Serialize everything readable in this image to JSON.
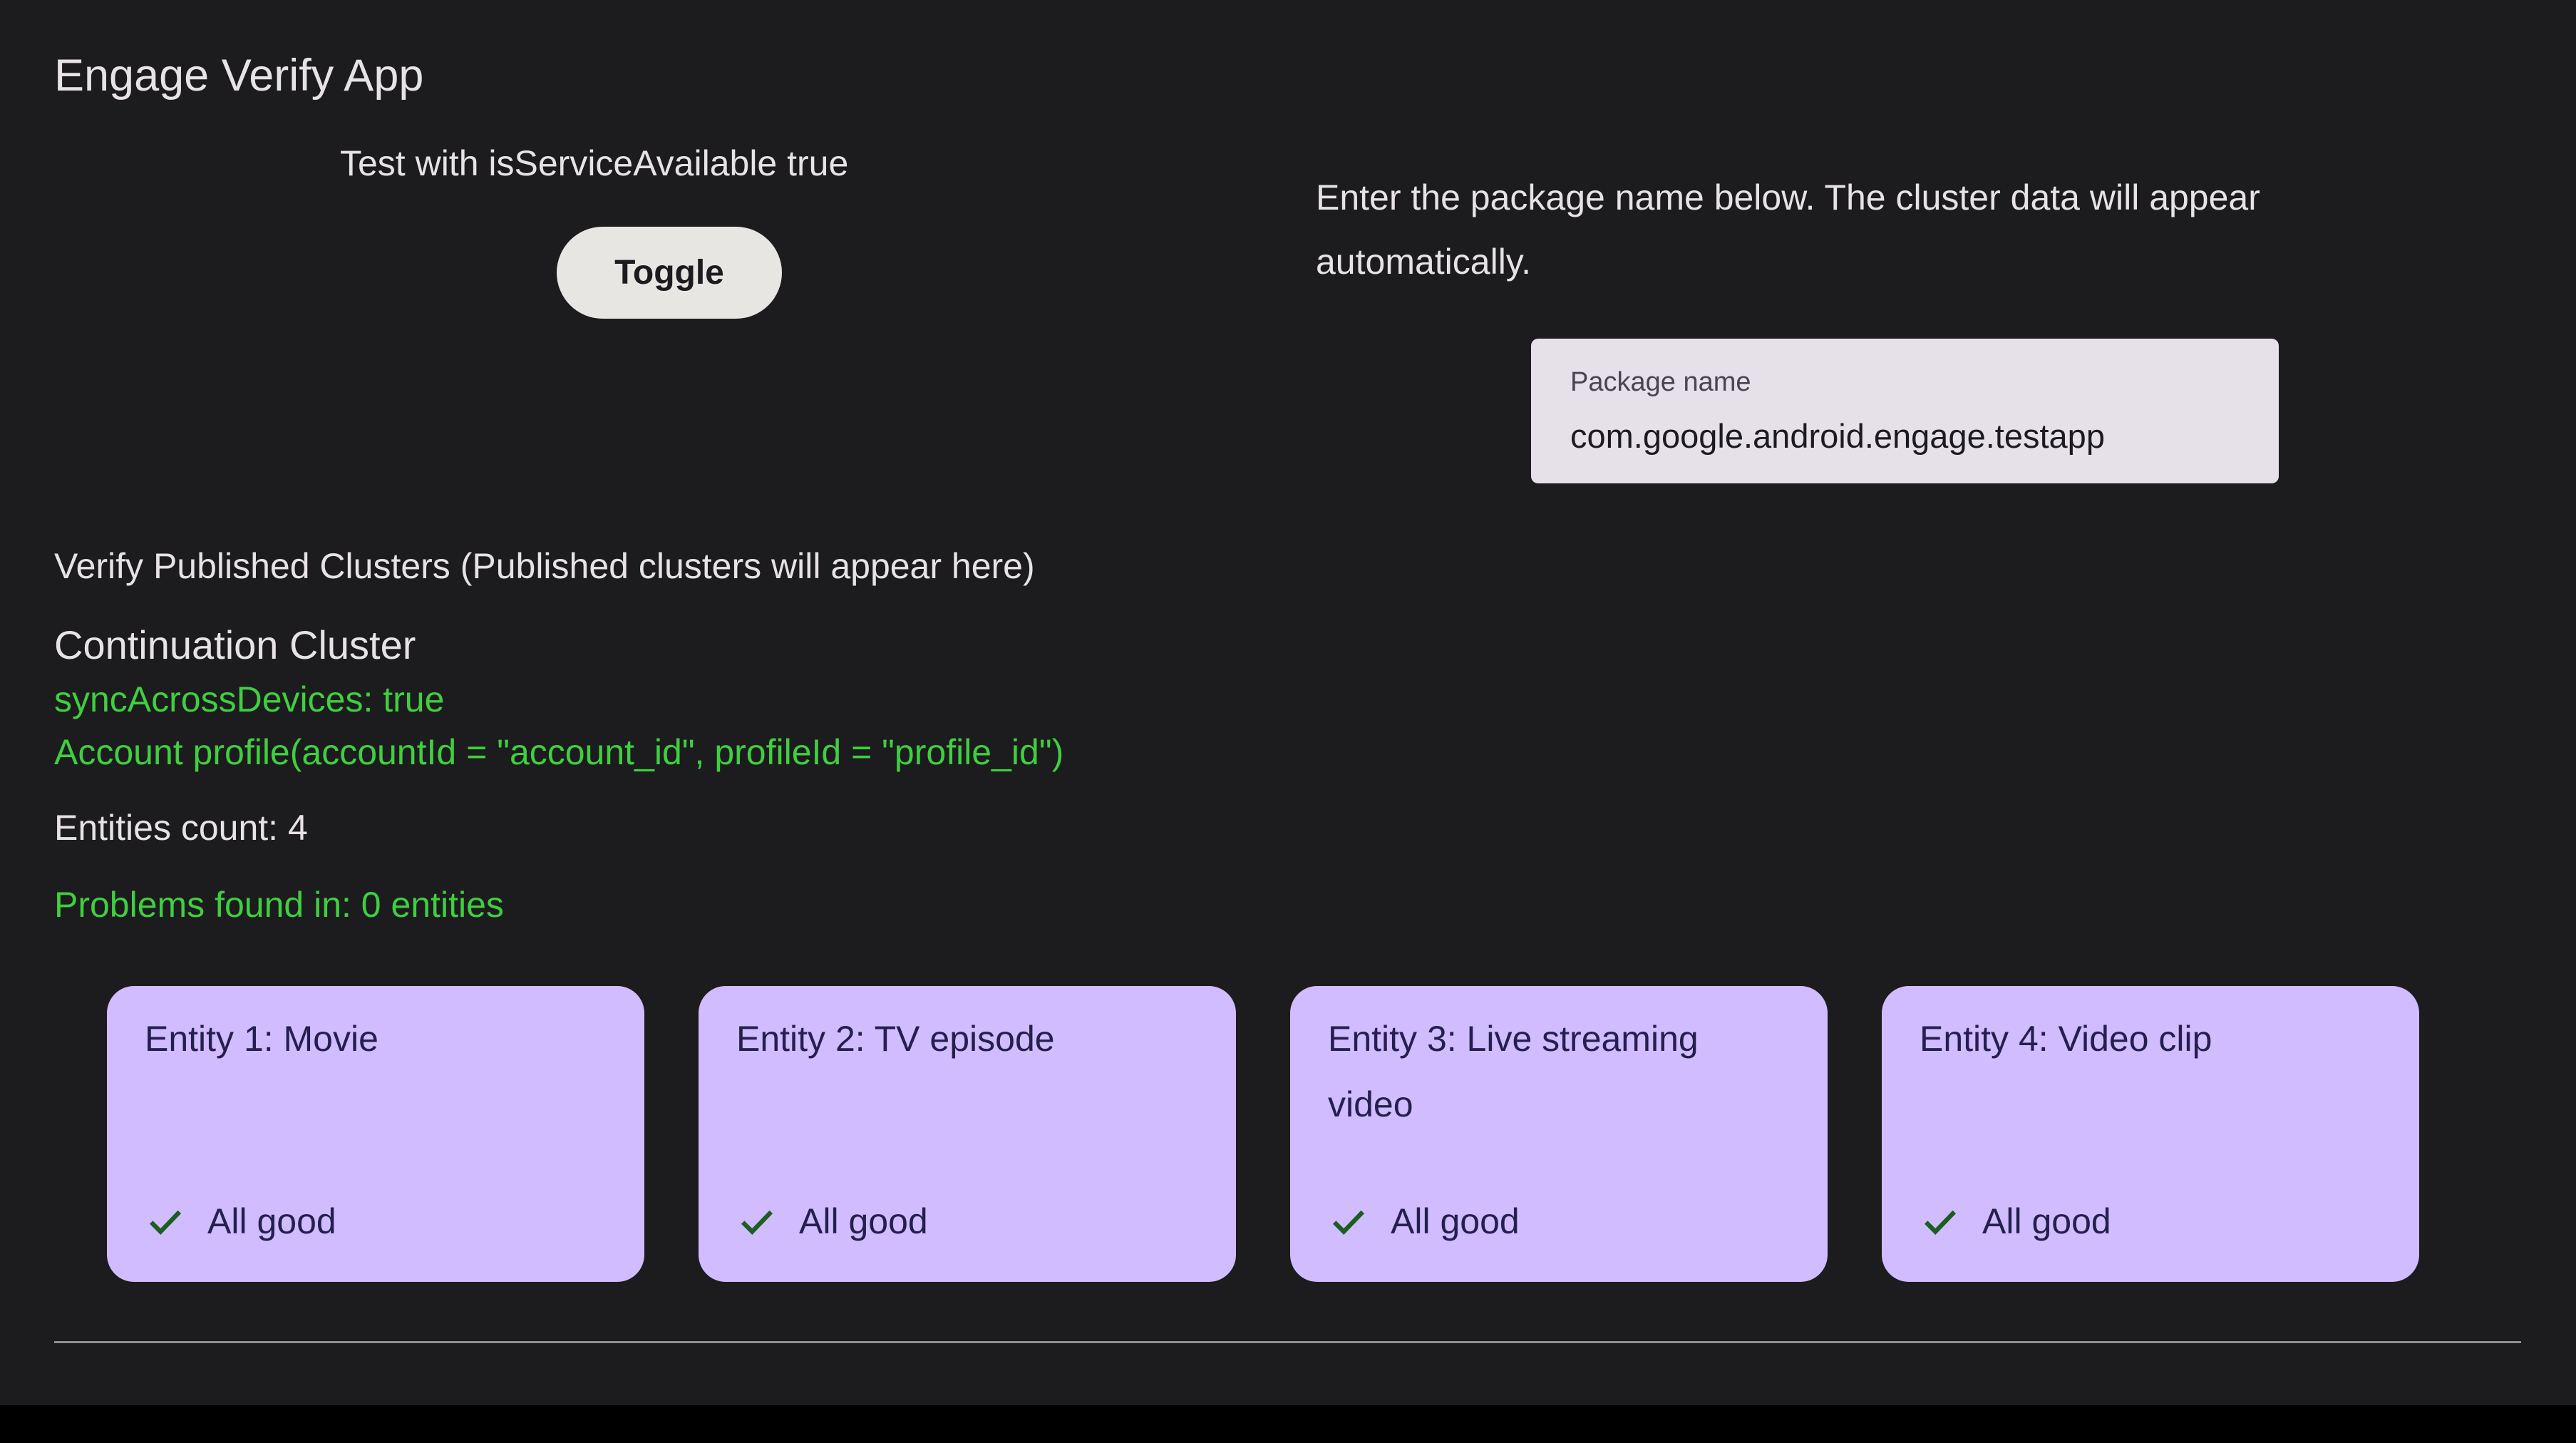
{
  "app": {
    "title": "Engage Verify App"
  },
  "service": {
    "label": "Test with isServiceAvailable true",
    "toggle_label": "Toggle"
  },
  "package": {
    "instructions": "Enter the package name below. The cluster data will appear automatically.",
    "field_label": "Package name",
    "field_value": "com.google.android.engage.testapp"
  },
  "clusters": {
    "header": "Verify Published Clusters (Published clusters will appear here)",
    "cluster_title": "Continuation Cluster",
    "sync_line": "syncAcrossDevices: true",
    "account_line": "Account profile(accountId = \"account_id\", profileId = \"profile_id\")",
    "entities_count": "Entities count: 4",
    "problems_line": "Problems found in: 0 entities"
  },
  "entities": [
    {
      "title": "Entity 1: Movie",
      "status": "All good"
    },
    {
      "title": "Entity 2: TV episode",
      "status": "All good"
    },
    {
      "title": "Entity 3: Live streaming video",
      "status": "All good"
    },
    {
      "title": "Entity 4: Video clip",
      "status": "All good"
    }
  ],
  "colors": {
    "background": "#1c1b1e",
    "text_primary": "#e7e2e6",
    "green": "#3fcf3f",
    "card_bg": "#d0bcff",
    "card_text": "#251f4e",
    "check_green": "#1b5e20",
    "button_bg": "#e8e6e3",
    "button_text": "#1c1b1f",
    "field_bg": "#e6e0e9",
    "field_label": "#49454f",
    "field_value": "#1c1b1f",
    "divider": "#8f8c93"
  }
}
